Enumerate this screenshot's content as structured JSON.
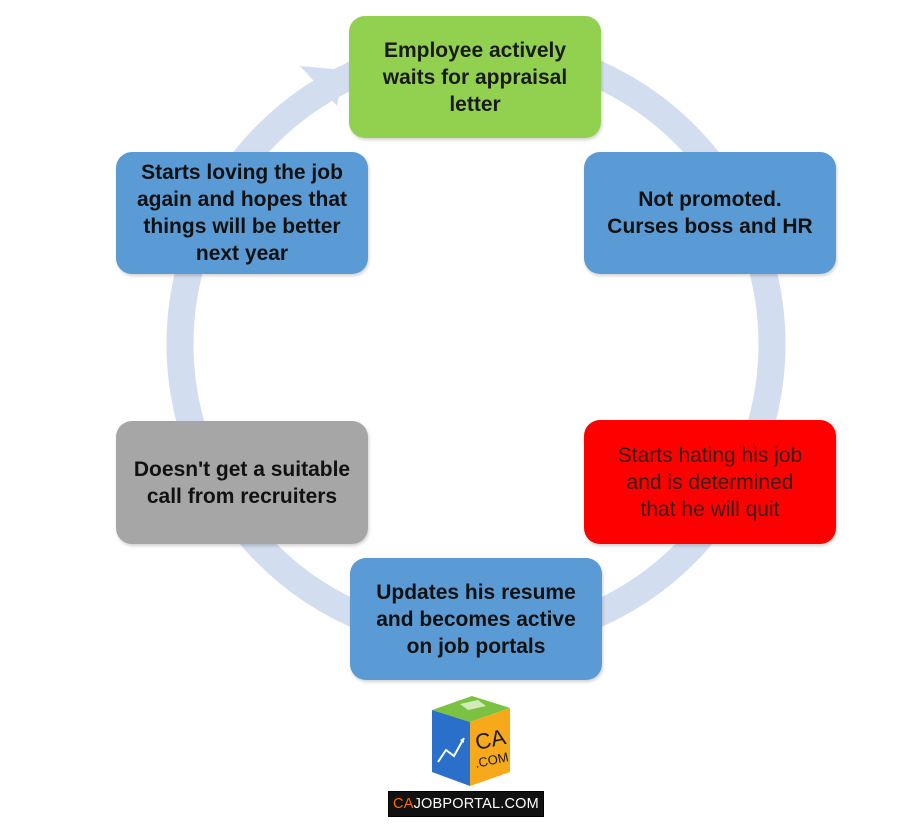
{
  "diagram": {
    "ring_color": "#d2ddef",
    "nodes": [
      {
        "id": "appraisal-wait",
        "lines": [
          "Employee actively",
          "waits for appraisal",
          "letter"
        ],
        "color": "#92d050"
      },
      {
        "id": "not-promoted",
        "lines": [
          "Not promoted.",
          "Curses boss and HR"
        ],
        "color": "#5b9bd5"
      },
      {
        "id": "hating-job",
        "lines": [
          "Starts hating his job",
          "and is determined",
          "that he will quit"
        ],
        "color": "#ff0000"
      },
      {
        "id": "update-resume",
        "lines": [
          "Updates his resume",
          "and becomes active",
          "on job portals"
        ],
        "color": "#5b9bd5"
      },
      {
        "id": "no-call",
        "lines": [
          "Doesn't get a suitable",
          "call from recruiters"
        ],
        "color": "#a6a6a6"
      },
      {
        "id": "loving-job",
        "lines": [
          "Starts loving the job",
          "again and hopes that",
          "things will be better",
          "next year"
        ],
        "color": "#5b9bd5"
      }
    ]
  },
  "logo": {
    "cube_text_top": "CA",
    "cube_text_bottom": ".COM",
    "caption_prefix": "CA",
    "caption_rest": "JOBPORTAL.COM"
  }
}
